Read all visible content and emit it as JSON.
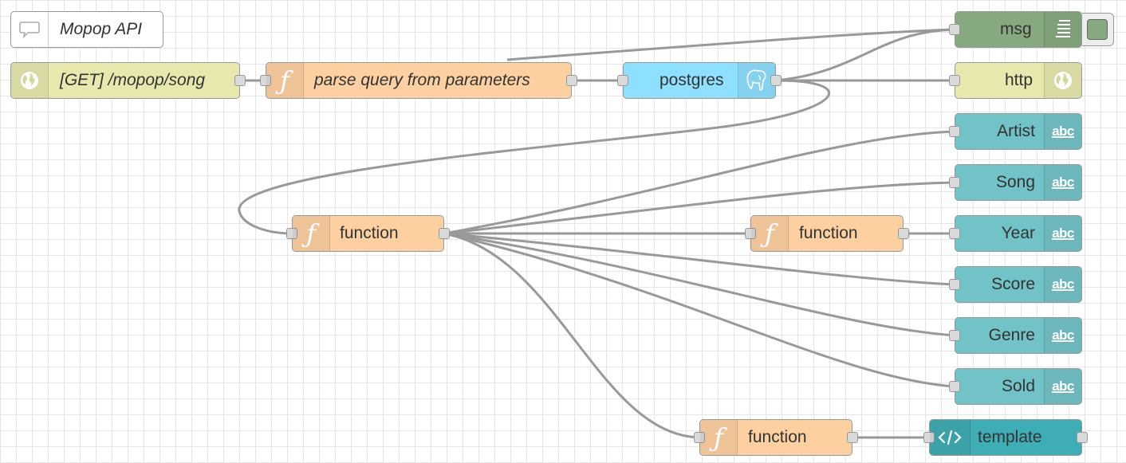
{
  "flow": {
    "comment": {
      "label": "Mopop API"
    },
    "http_in": {
      "label": "[GET] /mopop/song"
    },
    "parse_function": {
      "label": "parse query from parameters"
    },
    "postgres": {
      "label": "postgres"
    },
    "debug": {
      "label": "msg"
    },
    "http_response": {
      "label": "http"
    },
    "function_main": {
      "label": "function"
    },
    "function_year": {
      "label": "function"
    },
    "function_bottom": {
      "label": "function"
    },
    "template": {
      "label": "template"
    },
    "text_nodes": [
      {
        "label": "Artist"
      },
      {
        "label": "Song"
      },
      {
        "label": "Year"
      },
      {
        "label": "Score"
      },
      {
        "label": "Genre"
      },
      {
        "label": "Sold"
      }
    ],
    "abc_icon_text": "abc"
  },
  "colors": {
    "function": "#fdd0a2",
    "http": "#e7e7ae",
    "postgres": "#8ee0ff",
    "text": "#72c3c7",
    "debug": "#87a980",
    "template": "#3fadb5",
    "wire": "#999999",
    "grid": "#e6e6e6"
  },
  "icons": {
    "comment": "speech-bubble-icon",
    "http_in": "globe-icon",
    "function": "function-icon",
    "postgres": "elephant-icon",
    "debug": "list-icon",
    "http_response": "globe-icon",
    "text": "abc-icon",
    "template": "code-icon"
  }
}
